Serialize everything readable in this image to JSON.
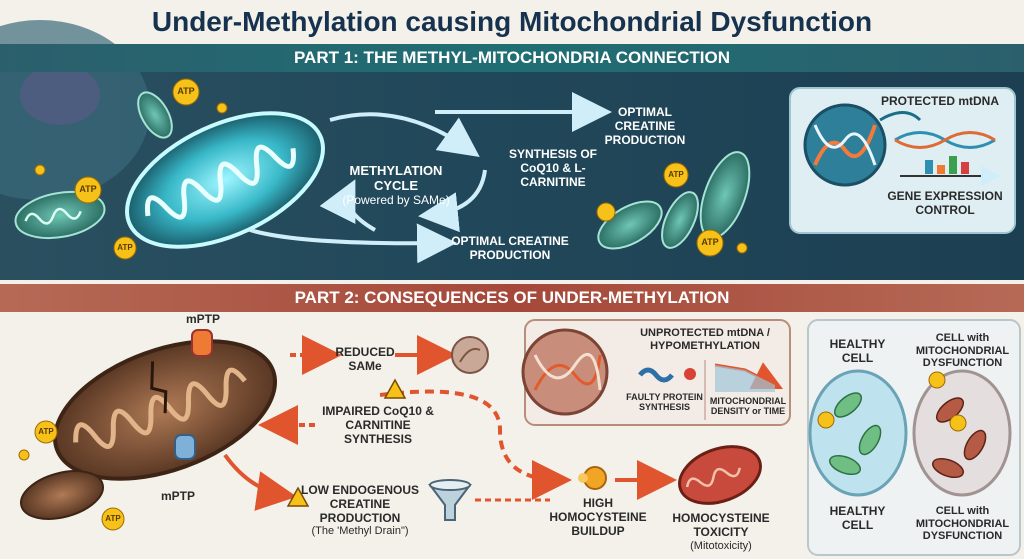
{
  "title": "Under-Methylation causing Mitochondrial Dysfunction",
  "part1": {
    "banner": "PART 1: THE METHYL-MITOCHONDRIA CONNECTION",
    "methylation_cycle": "METHYLATION CYCLE",
    "methylation_sub": "(Powered by SAMe)",
    "synthesis": "SYNTHESIS OF CoQ10 & L-CARNITINE",
    "optimal_top": "OPTIMAL CREATINE PRODUCTION",
    "optimal_bottom": "OPTIMAL CREATINE PRODUCTION",
    "protected": "PROTECTED mtDNA",
    "gene": "GENE EXPRESSION CONTROL",
    "atp": "ATP"
  },
  "part2": {
    "banner": "PART 2: CONSEQUENCES OF UNDER-METHYLATION",
    "mptp_top": "mPTP",
    "mptp_bottom": "mPTP",
    "reduced": "REDUCED SAMe",
    "impaired": "IMPAIRED CoQ10 & CARNITINE SYNTHESIS",
    "low": "LOW ENDOGENOUS CREATINE PRODUCTION",
    "low_sub": "(The 'Methyl Drain\")",
    "unprotected": "UNPROTECTED mtDNA / HYPOMETHYLATION",
    "faulty": "FAULTY PROTEIN SYNTHESIS",
    "density": "MITOCHONDRIAL DENSITY or TIME",
    "high": "HIGH HOMOCYSTEINE BUILDUP",
    "toxicity": "HOMOCYSTEINE TOXICITY",
    "toxicity_sub": "(Mitotoxicity)",
    "healthy_top": "HEALTHY CELL",
    "dys_top": "CELL with MITOCHONDRIAL DYSFUNCTION",
    "healthy_bottom": "HEALTHY CELL",
    "dys_bottom": "CELL with MITOCHONDRIAL DYSFUNCTION",
    "atp": "ATP"
  }
}
